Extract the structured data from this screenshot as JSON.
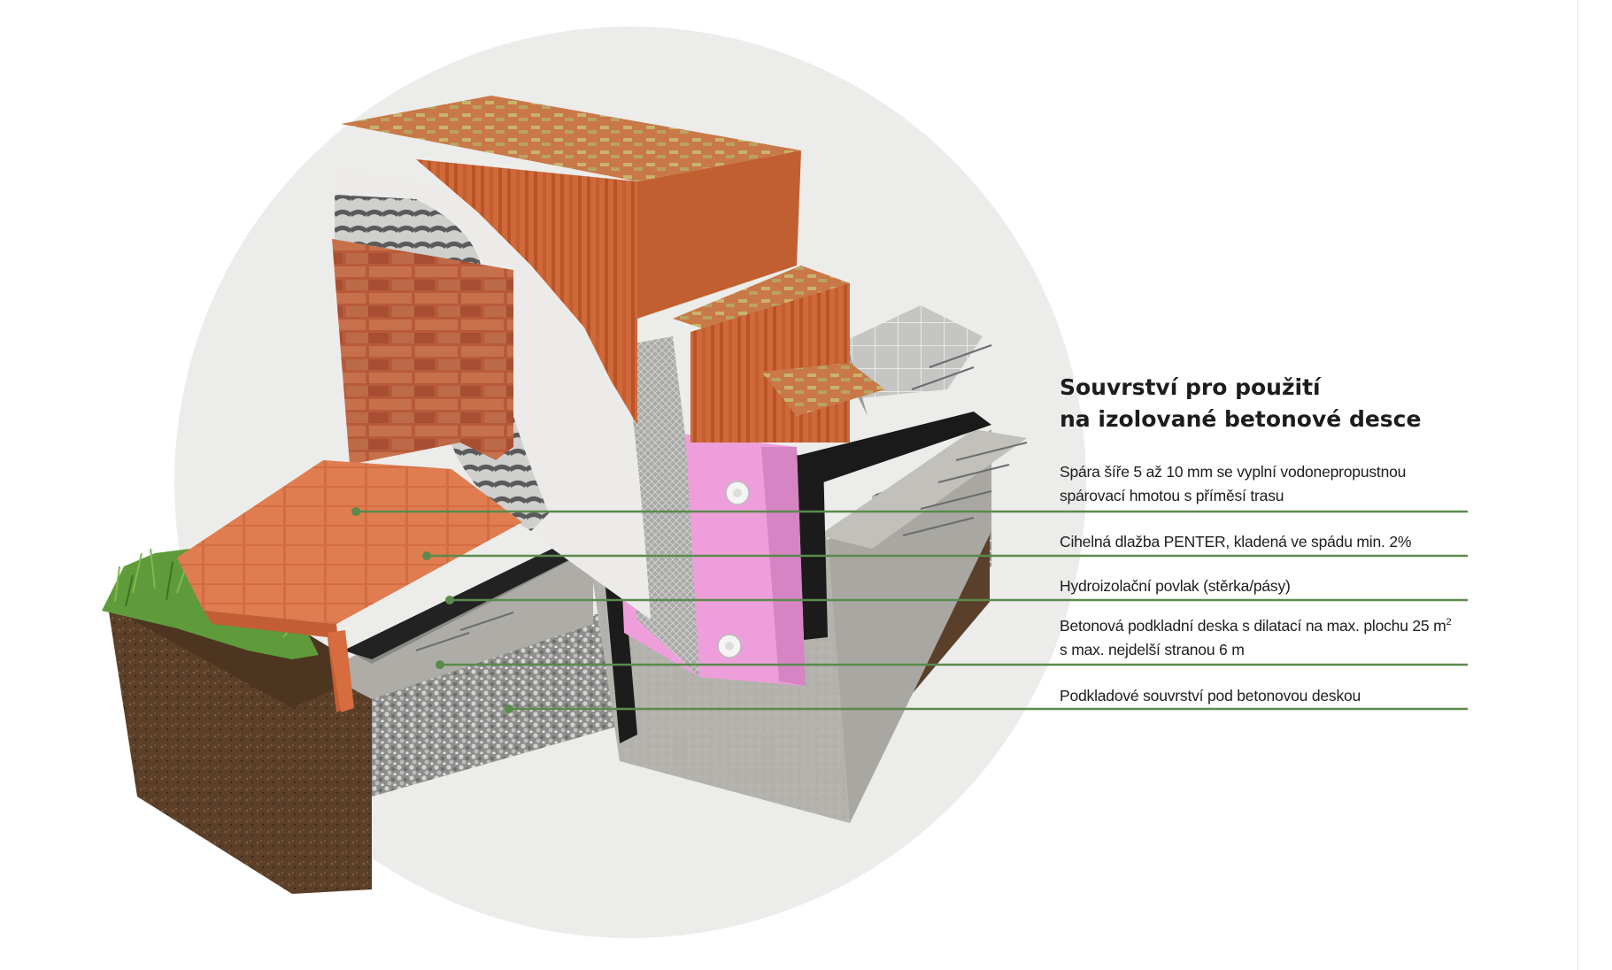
{
  "heading": {
    "line1": "Souvrství pro použití",
    "line2": "na izolované betonové desce"
  },
  "callouts": [
    {
      "line1": "Spára šíře 5 až 10 mm se vyplní vodonepropustnou",
      "line2": "spárovací hmotou s příměsí trasu"
    },
    {
      "line1": "Cihelná dlažba PENTER, kladená ve spádu min. 2%"
    },
    {
      "line1": "Hydroizolační povlak (stěrka/pásy)"
    },
    {
      "line1_pre": "Betonová podkladní deska s dilatací na max. plochu 25 m",
      "line1_sup": "2",
      "line2": "s max. nejdelší stranou 6 m"
    },
    {
      "line1": "Podkladové souvrství pod betonovou deskou"
    }
  ],
  "colors": {
    "leader_line": "#5a8a4c",
    "backdrop_circle": "#ecece8",
    "brick": "#c8582e",
    "tile": "#d4693d",
    "insulation": "#ef9fd9",
    "concrete": "#b8b6b1",
    "gravel": "#9a9a98",
    "soil": "#5a3f2a",
    "grass": "#5f9b3a",
    "waterproofing": "#1b1b1b"
  }
}
